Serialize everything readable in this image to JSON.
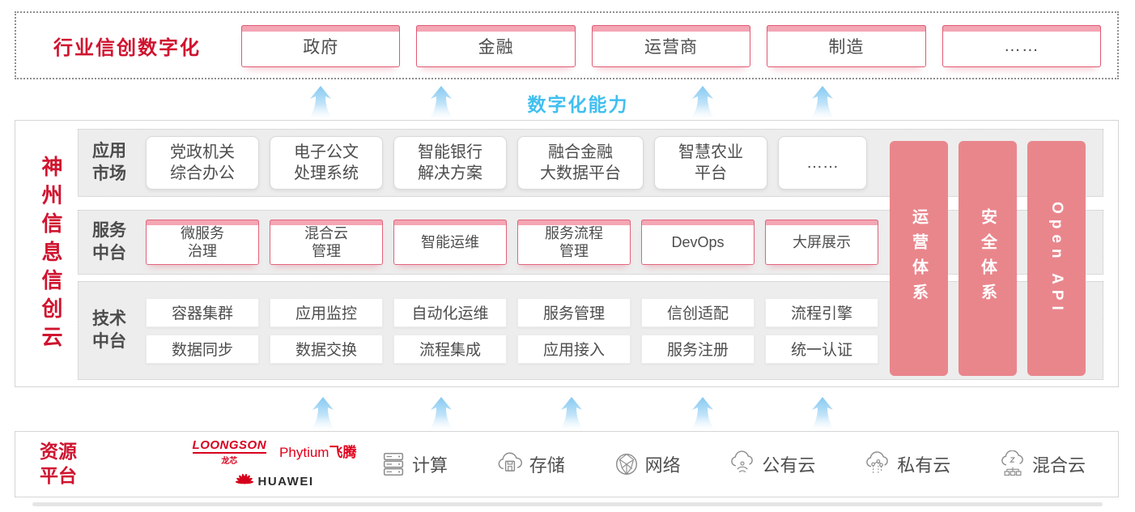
{
  "colors": {
    "heading_red": "#d0132f",
    "pink_border": "#e05a72",
    "pink_cap": "#f4a6b4",
    "pillar_salmon": "#e9868c",
    "capability_cyan": "#41bff0"
  },
  "top_banner": {
    "title": "行业信创数字化",
    "items": [
      "政府",
      "金融",
      "运营商",
      "制造",
      "……"
    ]
  },
  "capability_label": "数字化能力",
  "platform": {
    "vertical_title": "神州信息信创云",
    "rows": [
      {
        "label": "应用\n市场",
        "items": [
          "党政机关\n综合办公",
          "电子公文\n处理系统",
          "智能银行\n解决方案",
          "融合金融\n大数据平台",
          "智慧农业\n平台",
          "……"
        ]
      },
      {
        "label": "服务\n中台",
        "items": [
          "微服务\n治理",
          "混合云\n管理",
          "智能运维",
          "服务流程\n管理",
          "DevOps",
          "大屏展示"
        ]
      },
      {
        "label": "技术\n中台",
        "items_row1": [
          "容器集群",
          "应用监控",
          "自动化运维",
          "服务管理",
          "信创适配",
          "流程引擎"
        ],
        "items_row2": [
          "数据同步",
          "数据交换",
          "流程集成",
          "应用接入",
          "服务注册",
          "统一认证"
        ]
      }
    ],
    "pillars": [
      "运营体系",
      "安全体系",
      "Open API"
    ]
  },
  "resources": {
    "title": "资源\n平台",
    "vendors": {
      "loongson": "LOONGSON",
      "loongson_sub": "龙芯",
      "phytium": "Phytium",
      "phytium_sub": "飞腾",
      "huawei": "HUAWEI"
    },
    "items": [
      {
        "icon": "server-icon",
        "label": "计算"
      },
      {
        "icon": "storage-cloud-icon",
        "label": "存储"
      },
      {
        "icon": "network-icon",
        "label": "网络"
      },
      {
        "icon": "public-cloud-icon",
        "label": "公有云"
      },
      {
        "icon": "private-cloud-icon",
        "label": "私有云"
      },
      {
        "icon": "hybrid-cloud-icon",
        "label": "混合云"
      }
    ]
  }
}
